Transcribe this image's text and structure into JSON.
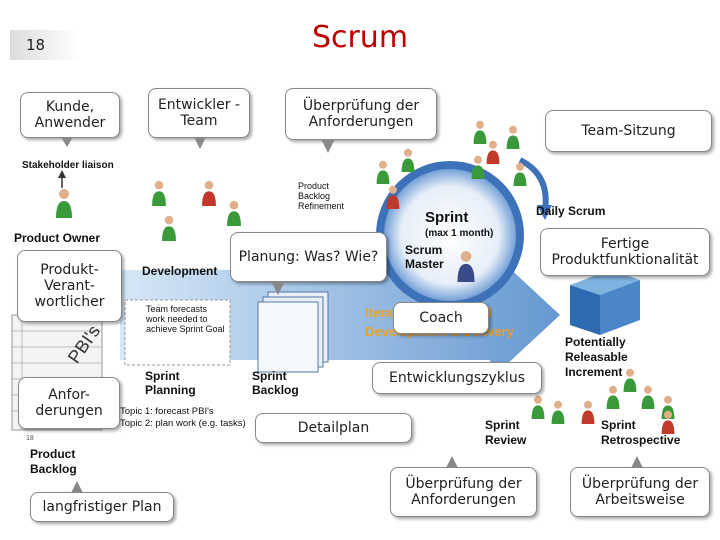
{
  "slide_number": "18",
  "title": "Scrum",
  "callouts": {
    "kunde": "Kunde, Anwender",
    "entwickler": "Entwickler -Team",
    "ueberpruefung_top": "Überprüfung der Anforderungen",
    "team_sitzung": "Team-Sitzung",
    "produktverantwortlicher": "Produkt-Verant-wortlicher",
    "planung": "Planung: Was? Wie?",
    "fertige": "Fertige Produktfunktionalität",
    "coach": "Coach",
    "entwicklungszyklus": "Entwicklungszyklus",
    "anforderungen": "Anfor-derungen",
    "detailplan": "Detailplan",
    "langfristiger_plan": "langfristiger Plan",
    "ueberpruefung_bottom": "Überprüfung der Anforderungen",
    "arbeitsweise": "Überprüfung der Arbeitsweise"
  },
  "diagram": {
    "stakeholder_liaison": "Stakeholder liaison",
    "product_owner": "Product Owner",
    "development_team": "Development",
    "product_backlog_refinement": "Product Backlog Refinement",
    "sprint": "Sprint",
    "sprint_duration": "(max 1 month)",
    "daily_scrum": "Daily Scrum",
    "scrum_master": "Scrum Master",
    "iterative_line1": "Iterative Incremental",
    "iterative_line2": "Development & Delivery",
    "team_forecasts": "Team forecasts work needed to achieve Sprint Goal",
    "pbis": "PBI's",
    "sprint_planning": "Sprint Planning",
    "topic1": "Topic 1: forecast PBI's",
    "topic2": "Topic 2: plan work (e.g. tasks)",
    "sprint_backlog": "Sprint Backlog",
    "potentially_releasable": "Potentially Releasable Increment",
    "sprint_review": "Sprint Review",
    "sprint_retrospective": "Sprint Retrospective",
    "product_backlog": "Product Backlog",
    "backlog_row_number": "18"
  },
  "colors": {
    "title": "#c00000",
    "arrow_blue": "#5b9bd5",
    "person_green": "#3a9a3a",
    "person_red": "#c0392b"
  }
}
